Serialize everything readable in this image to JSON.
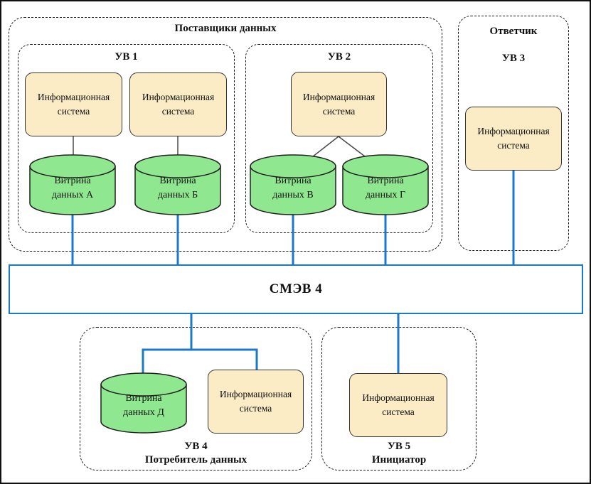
{
  "colors": {
    "blue": "#1b79c8",
    "system_fill": "#fbecc6",
    "datamart_fill": "#8fe88f"
  },
  "bus": {
    "label": "СМЭВ 4"
  },
  "providers": {
    "label": "Поставщики данных",
    "uv1": {
      "label": "УВ 1",
      "system1": "Информационная система",
      "system2": "Информационная система",
      "datamart_a": "Витрина данных А",
      "datamart_b": "Витрина данных Б"
    },
    "uv2": {
      "label": "УВ 2",
      "system": "Информационная система",
      "datamart_v": "Витрина данных В",
      "datamart_g": "Витрина данных Г"
    }
  },
  "responder": {
    "label": "Ответчик",
    "uv3": {
      "label": "УВ 3",
      "system": "Информационная система"
    }
  },
  "consumer": {
    "uv_label": "УВ 4",
    "role_label": "Потребитель данных",
    "datamart_d": "Витрина данных Д",
    "system": "Информационная система"
  },
  "initiator": {
    "uv_label": "УВ 5",
    "role_label": "Инициатор",
    "system": "Информационная система"
  }
}
